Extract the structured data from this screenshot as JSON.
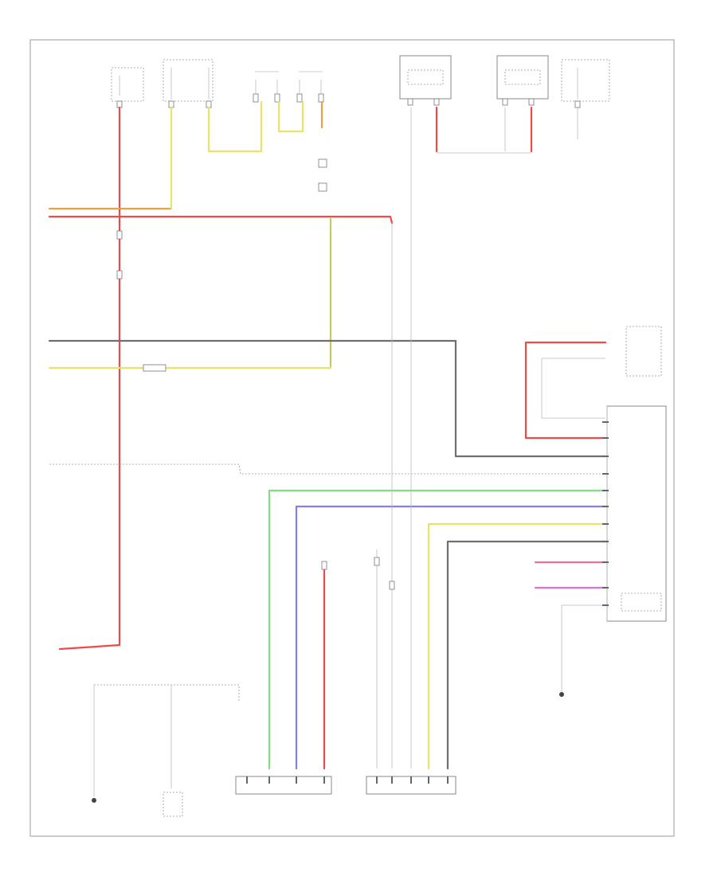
{
  "diagram": {
    "footer_code": "",
    "colors": {
      "red": "#ef4a4a",
      "yellow": "#e8e468",
      "orange": "#f0a040",
      "gray": "#707070",
      "green": "#7fe07f",
      "blue": "#8080f0",
      "pink": "#ee6e9e",
      "magenta": "#e070e0",
      "light_gray": "#c8c8c8"
    },
    "components": [
      {
        "id": "hot-at-all-times-fuse",
        "label": ""
      },
      {
        "id": "hot-in-run-fuse",
        "label": ""
      },
      {
        "id": "left-side-junction-a",
        "label": ""
      },
      {
        "id": "center-junction-b",
        "label": ""
      },
      {
        "id": "left-module",
        "label": ""
      },
      {
        "id": "center-module",
        "label": ""
      },
      {
        "id": "right-fuse",
        "label": ""
      },
      {
        "id": "engine-control-module",
        "label": ""
      },
      {
        "id": "left-crash-sensor",
        "label": ""
      },
      {
        "id": "right-crash-sensor",
        "label": ""
      },
      {
        "id": "front-seat-sensor",
        "label": ""
      },
      {
        "id": "ground-point-left",
        "label": ""
      },
      {
        "id": "ground-point-right",
        "label": ""
      }
    ]
  }
}
